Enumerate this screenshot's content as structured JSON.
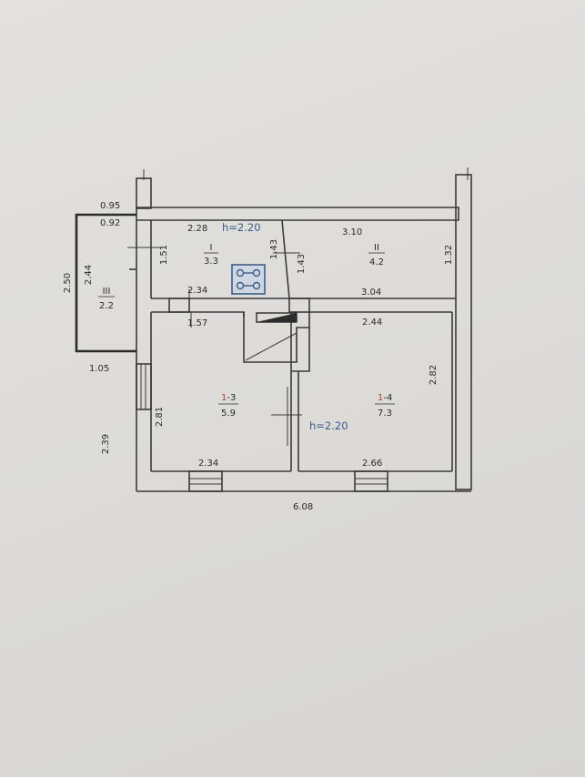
{
  "plan": {
    "dims": {
      "d095": "0.95",
      "d092": "0.92",
      "d250": "2.50",
      "d244": "2.44",
      "d105": "1.05",
      "d239": "2.39",
      "d151": "1.51",
      "d228": "2.28",
      "d143a": "1.43",
      "d143b": "1.43",
      "d310": "3.10",
      "d132": "1.32",
      "d234_top": "2.34",
      "d304": "3.04",
      "d157": "1.57",
      "d244_room": "2.44",
      "d282": "2.82",
      "d281": "2.81",
      "d234_bottom": "2.34",
      "d266": "2.66",
      "d608": "6.08"
    },
    "heights": {
      "upper": "h=2.20",
      "lower": "h=2.20"
    },
    "rooms": {
      "room_I": {
        "num": "I",
        "area": "3.3"
      },
      "room_II": {
        "num": "II",
        "area": "4.2"
      },
      "room_III": {
        "num": "III",
        "area": "2.2"
      },
      "room_13": {
        "floor": "1",
        "num": "-3",
        "area": "5.9"
      },
      "room_14": {
        "floor": "1",
        "num": "-4",
        "area": "7.3"
      }
    }
  },
  "colors": {
    "height_text": "#3c5d8a",
    "floor_index": "#b83a3a",
    "stove_icon": "#3c5d8a"
  },
  "icons": [
    "stove-icon"
  ]
}
